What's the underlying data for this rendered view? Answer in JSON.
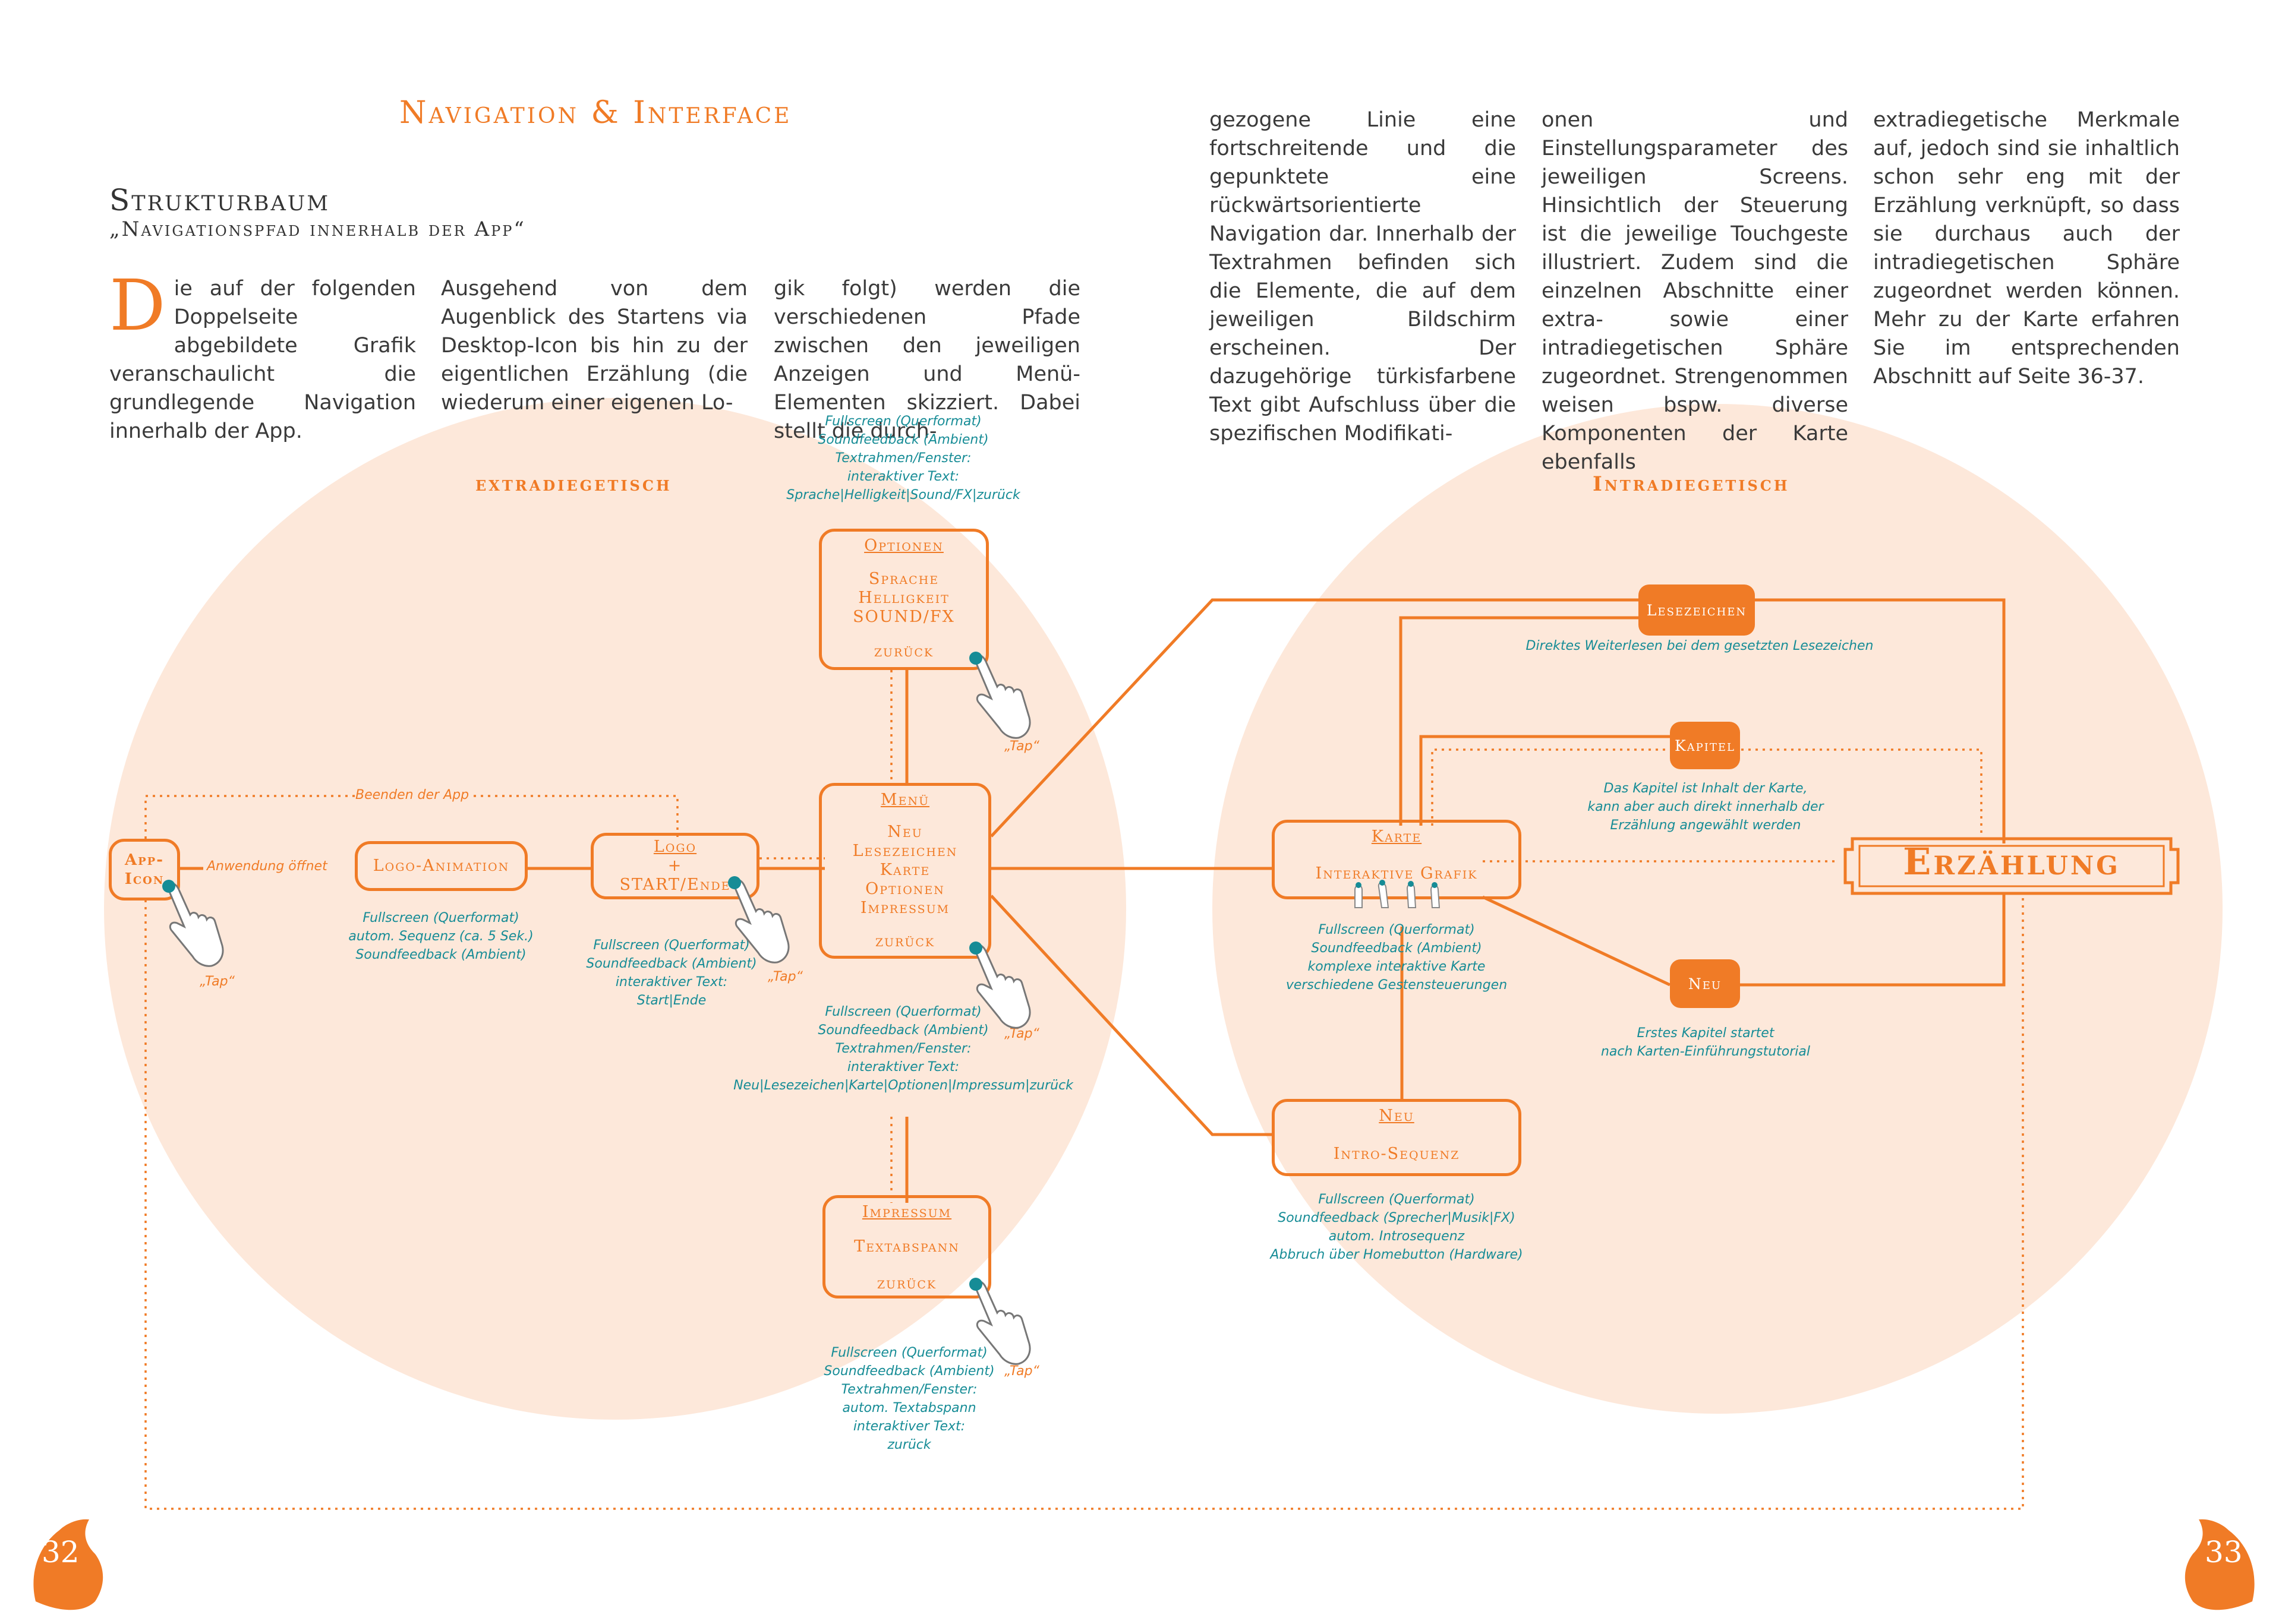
{
  "header": {
    "title": "Navigation & Interface",
    "section": "Strukturbaum",
    "subtitle": "„Navigationspfad innerhalb der App“"
  },
  "text": {
    "dropcap": "D",
    "col1": "ie auf der folgenden Doppelseite abgebildete Grafik veranschaulicht die grundlegende Navigation innerhalb der App.",
    "col2": "Ausgehend von dem Augenblick des Startens via Desktop-Icon bis hin zu der eigentlichen Erzählung (die wiederum einer eigenen Lo-",
    "col3": "gik folgt) werden die verschiedenen Pfade zwischen den jeweiligen Anzeigen und Menü-Elementen skizziert. Dabei stellt die durch-",
    "col4": "gezogene Linie eine fortschreitende und die gepunktete eine rückwärtsorientierte Navigation dar. Innerhalb der Textrahmen befinden sich die Elemente, die auf dem jeweiligen Bildschirm erscheinen. Der dazugehörige türkisfarbene Text gibt Aufschluss über die spezifischen Modifikati-",
    "col5": "onen und Einstellungsparameter des jeweiligen Screens. Hinsichtlich der Steuerung ist die jeweilige Touchgeste illustriert. Zudem sind die einzelnen Abschnitte einer extra- sowie einer intradiegetischen Sphäre zugeordnet. Strengenommen weisen bspw. diverse Komponenten der Karte ebenfalls",
    "col6": "extradiegetische Merkmale auf, jedoch sind sie inhaltlich schon sehr eng mit der Erzählung verknüpft, so dass sie durchaus auch der intradiegetischen Sphäre zugeordnet werden können. Mehr zu der Karte erfahren Sie im entsprechenden Abschnitt auf Seite 36-37."
  },
  "regions": {
    "left": "extradiegetisch",
    "right": "Intradiegetisch"
  },
  "nodes": {
    "app_icon": "App-Icon",
    "logo_anim": "Logo-Animation",
    "logo_start": {
      "head": "Logo",
      "plus": "+",
      "body": "START/Ende"
    },
    "optionen": {
      "head": "Optionen",
      "l1": "Sprache",
      "l2": "Helligkeit",
      "l3": "SOUND/FX",
      "back": "zurück"
    },
    "menu": {
      "head": "Menü",
      "l1": "Neu",
      "l2": "Lesezeichen",
      "l3": "Karte",
      "l4": "Optionen",
      "l5": "Impressum",
      "back": "zurück"
    },
    "impressum": {
      "head": "Impressum",
      "body": "Textabspann",
      "back": "zurück"
    },
    "karte": {
      "head": "Karte",
      "body": "Interaktive Grafik"
    },
    "neu_intro": {
      "head": "Neu",
      "body": "Intro-Sequenz"
    },
    "lesezeichen": "Lesezeichen",
    "kapitel": "Kapitel",
    "neu": "Neu",
    "erzaehlung": "Erzählung"
  },
  "labels": {
    "anwendung": "Anwendung öffnet",
    "beenden": "Beenden der App",
    "tap": "„Tap“"
  },
  "notes": {
    "optionen": [
      "Fullscreen (Querformat)",
      "Soundfeedback (Ambient)",
      "Textrahmen/Fenster:",
      "interaktiver Text:",
      "Sprache|Helligkeit|Sound/FX|zurück"
    ],
    "logo_anim": [
      "Fullscreen (Querformat)",
      "autom. Sequenz (ca. 5 Sek.)",
      "Soundfeedback (Ambient)"
    ],
    "logo_start": [
      "Fullscreen (Querformat)",
      "Soundfeedback (Ambient)",
      "interaktiver Text:",
      "Start|Ende"
    ],
    "menu": [
      "Fullscreen (Querformat)",
      "Soundfeedback (Ambient)",
      "Textrahmen/Fenster:",
      "interaktiver Text:",
      "Neu|Lesezeichen|Karte|Optionen|Impressum|zurück"
    ],
    "impressum": [
      "Fullscreen (Querformat)",
      "Soundfeedback (Ambient)",
      "Textrahmen/Fenster:",
      "autom. Textabspann",
      "interaktiver Text:",
      "zurück"
    ],
    "lesezeichen": [
      "Direktes Weiterlesen bei dem gesetzten Lesezeichen"
    ],
    "kapitel": [
      "Das Kapitel ist Inhalt der Karte,",
      "kann aber auch direkt innerhalb der",
      "Erzählung angewählt werden"
    ],
    "karte": [
      "Fullscreen (Querformat)",
      "Soundfeedback (Ambient)",
      "komplexe interaktive Karte",
      "verschiedene Gestensteuerungen"
    ],
    "neu": [
      "Erstes Kapitel startet",
      "nach Karten-Einführungstutorial"
    ],
    "neu_intro": [
      "Fullscreen (Querformat)",
      "Soundfeedback (Sprecher|Musik|FX)",
      "autom. Introsequenz",
      "Abbruch über Homebutton (Hardware)"
    ]
  },
  "pages": {
    "left": "32",
    "right": "33"
  },
  "colors": {
    "accent": "#f07b26",
    "teal": "#168c96",
    "circle": "#fde8da"
  }
}
